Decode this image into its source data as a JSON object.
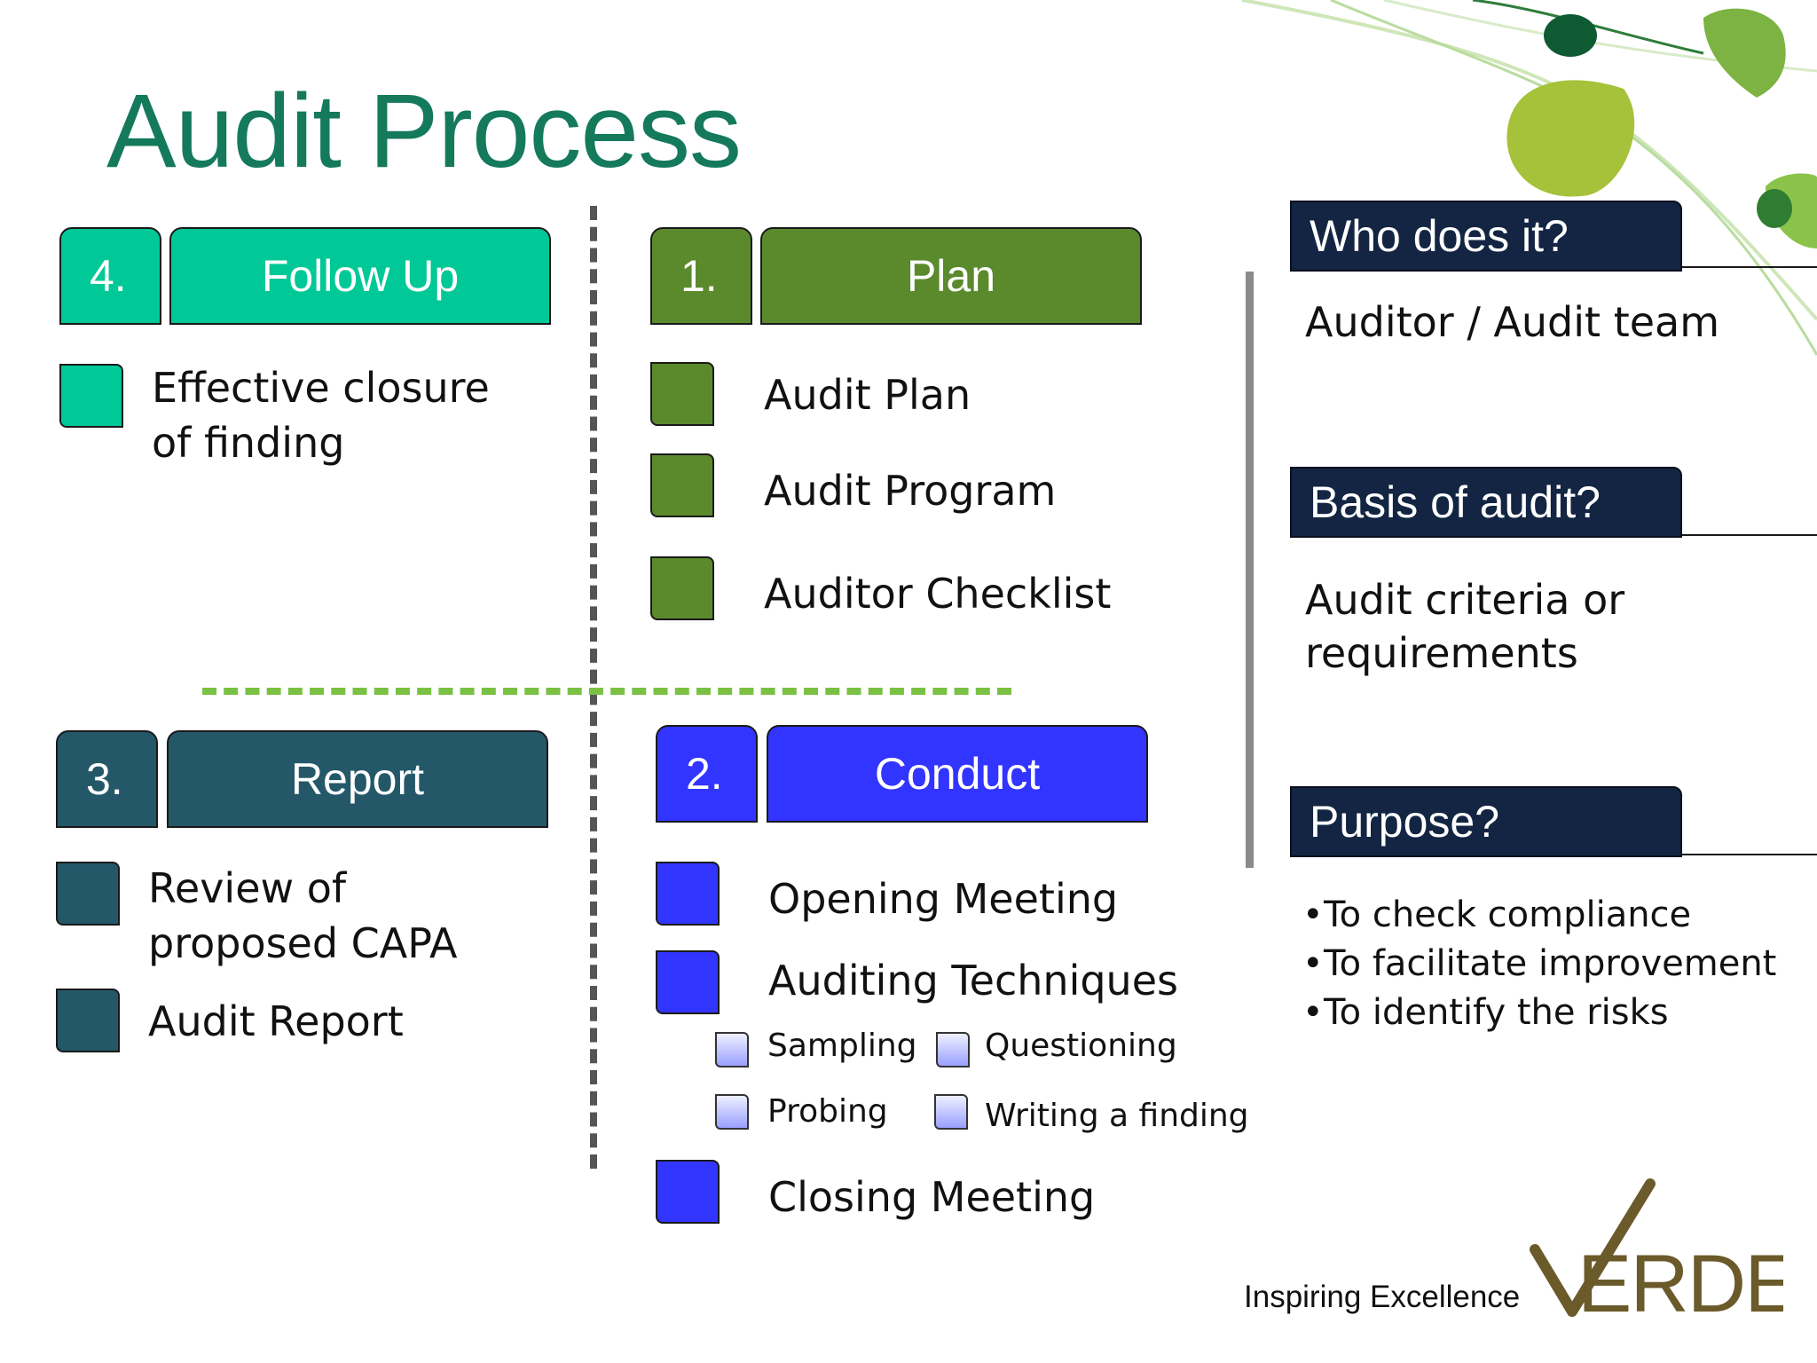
{
  "title": "Audit Process",
  "colors": {
    "title": "#147a5b",
    "follow_up": "#00c896",
    "plan": "#5a8a2c",
    "report": "#245869",
    "conduct": "#3234ff",
    "right_header_bg": "#132543",
    "divider_green": "#7ac143",
    "divider_gray": "#666666"
  },
  "steps": {
    "follow_up": {
      "number": "4.",
      "label": "Follow Up",
      "items": [
        {
          "text": "Effective closure of finding"
        }
      ]
    },
    "plan": {
      "number": "1.",
      "label": "Plan",
      "items": [
        {
          "text": "Audit Plan"
        },
        {
          "text": "Audit Program"
        },
        {
          "text": "Auditor Checklist"
        }
      ]
    },
    "report": {
      "number": "3.",
      "label": "Report",
      "items": [
        {
          "text": "Review of proposed CAPA"
        },
        {
          "text": "Audit Report"
        }
      ]
    },
    "conduct": {
      "number": "2.",
      "label": "Conduct",
      "items": [
        {
          "text": "Opening Meeting"
        },
        {
          "text": "Auditing Techniques"
        },
        {
          "text": "Closing Meeting"
        }
      ],
      "techniques": [
        "Sampling",
        "Questioning",
        "Probing",
        "Writing a finding"
      ]
    }
  },
  "right_panel": {
    "who": {
      "question": "Who does it?",
      "answer": "Auditor / Audit team"
    },
    "basis": {
      "question": "Basis of audit?",
      "answer": "Audit criteria or requirements"
    },
    "purpose": {
      "question": "Purpose?",
      "bullets": [
        "To check compliance",
        "To facilitate improvement",
        "To identify the risks"
      ]
    }
  },
  "brand": {
    "tagline": "Inspiring Excellence",
    "logo_text": "VERDE"
  }
}
